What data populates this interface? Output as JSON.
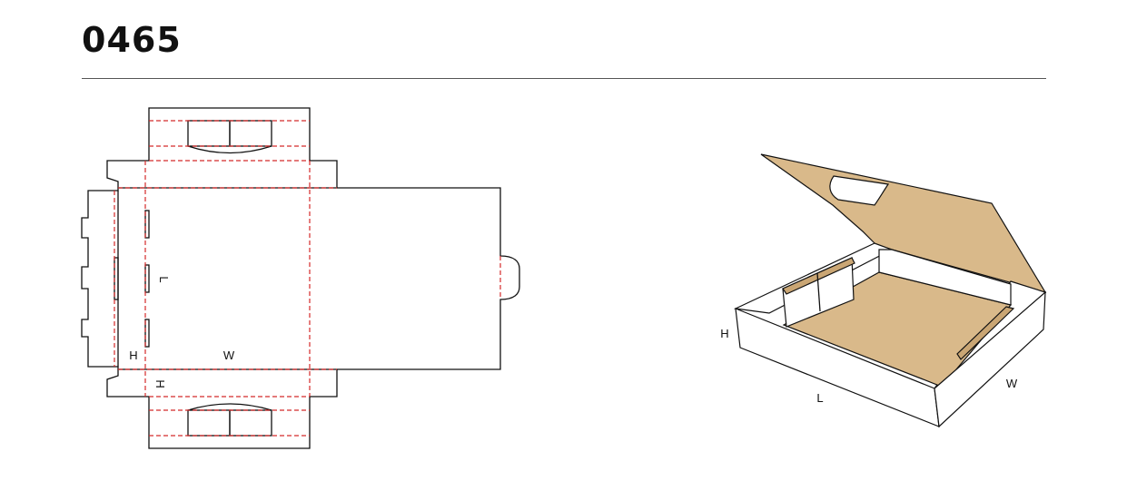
{
  "title": "0465",
  "flat_labels": {
    "length": "L",
    "height_left": "H",
    "width": "W",
    "height_bottom": "H"
  },
  "box_labels": {
    "height": "H",
    "length": "L",
    "width": "W"
  },
  "colors": {
    "cut_line": "#111111",
    "fold_line": "#d42a2a",
    "kraft": "#d9b98a",
    "rule": "#555555"
  }
}
